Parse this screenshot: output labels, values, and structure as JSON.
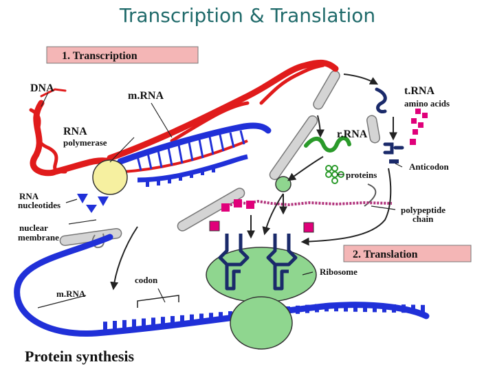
{
  "slide": {
    "title": "Transcription & Translation"
  },
  "colors": {
    "title": "#1f6a6a",
    "dna": "#e01b1b",
    "mrna": "#2030d8",
    "trna": "#1a2a6a",
    "rrna": "#2a9a2a",
    "ribosome": "#8fd68f",
    "polymerase": "#f6f0a0",
    "amino_acid": "#e0007a",
    "membrane": "#c8c8c8",
    "header_box": "#f4b6b6"
  },
  "diagram": {
    "header_transcription": "1. Transcription",
    "header_translation": "2. Translation",
    "labels": {
      "dna": "DNA",
      "mrna_top": "m.RNA",
      "rna_polymerase_1": "RNA",
      "rna_polymerase_2": "polymerase",
      "rna_nucleotides_1": "RNA",
      "rna_nucleotides_2": "nucleotides",
      "nuclear_membrane_1": "nuclear",
      "nuclear_membrane_2": "membrane",
      "trna": "t.RNA",
      "amino_acids": "amino acids",
      "rrna": "r.RNA",
      "anticodon": "Anticodon",
      "proteins": "proteins",
      "polypeptide_1": "polypeptide",
      "polypeptide_2": "chain",
      "ribosome": "Ribosome",
      "codon": "codon",
      "mrna_bottom": "m.RNA",
      "footer": "Protein synthesis"
    }
  }
}
